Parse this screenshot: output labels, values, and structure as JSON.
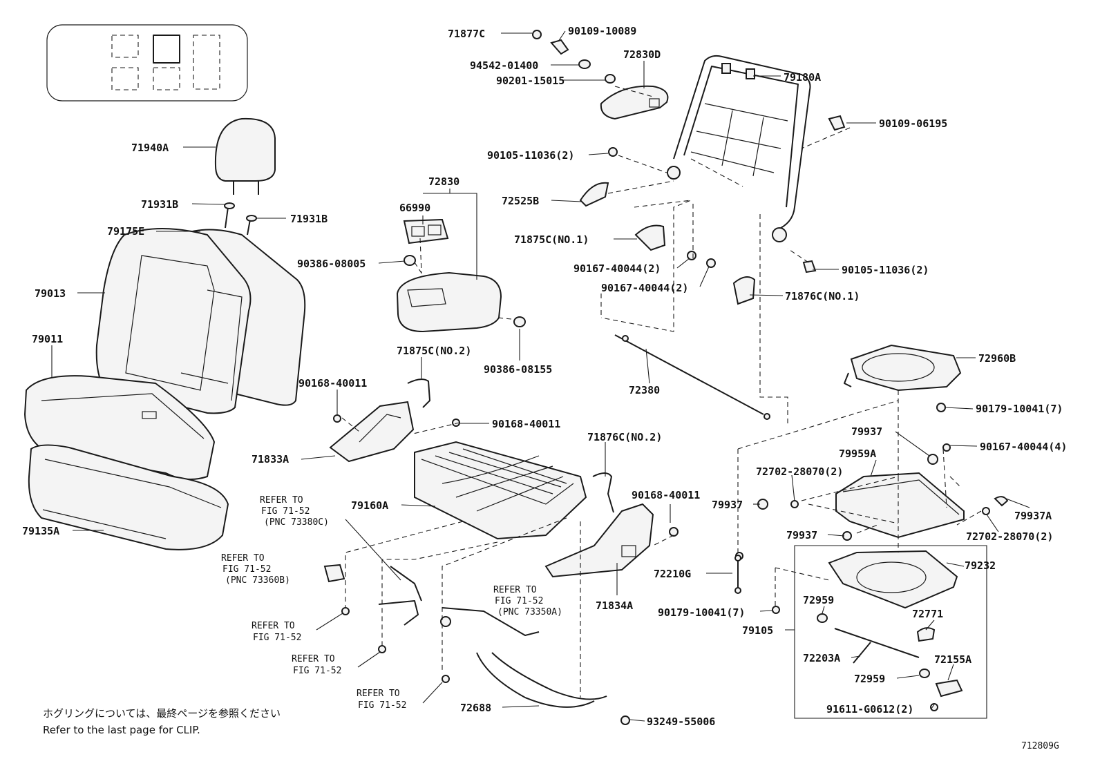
{
  "labels": {
    "l71877C": "71877C",
    "l90109_10089": "90109-10089",
    "l72830D": "72830D",
    "l94542_01400": "94542-01400",
    "l79180A": "79180A",
    "l90201_15015": "90201-15015",
    "l90109_06195": "90109-06195",
    "l90105_11036_a": "90105-11036(2)",
    "l71940A": "71940A",
    "l72830": "72830",
    "l72525B": "72525B",
    "l66990": "66990",
    "l71931B_left": "71931B",
    "l71931B_right": "71931B",
    "l79175E": "79175E",
    "l71875C_no1": "71875C(NO.1)",
    "l90386_08005": "90386-08005",
    "l90167_40044_a": "90167-40044(2)",
    "l90105_11036_b": "90105-11036(2)",
    "l79013": "79013",
    "l90167_40044_b": "90167-40044(2)",
    "l71876C_no1": "71876C(NO.1)",
    "l79011": "79011",
    "l71875C_no2": "71875C(NO.2)",
    "l90386_08155": "90386-08155",
    "l72960B": "72960B",
    "l90168_40011_a": "90168-40011",
    "l72380": "72380",
    "l90179_10041_7a": "90179-10041(7)",
    "l90168_40011_b": "90168-40011",
    "l79937_a": "79937",
    "l90167_40044_4": "90167-40044(4)",
    "l71876C_no2": "71876C(NO.2)",
    "l71833A": "71833A",
    "l79959A": "79959A",
    "l72702_28070_a": "72702-28070(2)",
    "l90168_40011_c": "90168-40011",
    "l79937_b": "79937",
    "l79160A": "79160A",
    "l79937A": "79937A",
    "l79135A": "79135A",
    "l79937_c": "79937",
    "l72702_28070_b": "72702-28070(2)",
    "l72210G": "72210G",
    "l79232": "79232",
    "l72959_a": "72959",
    "l71834A": "71834A",
    "l90179_10041_7b": "90179-10041(7)",
    "l72771": "72771",
    "l79105": "79105",
    "l72203A": "72203A",
    "l72155A": "72155A",
    "l72959_b": "72959",
    "l72688": "72688",
    "l91611_G0612": "91611-G0612(2)",
    "l93249_55006": "93249-55006"
  },
  "refs": {
    "r1_line1": "REFER TO",
    "r1_line2": "FIG 71-52",
    "r1_line3": "(PNC 73380C)",
    "r2_line1": "REFER TO",
    "r2_line2": "FIG 71-52",
    "r2_line3": "(PNC 73360B)",
    "r3_line1": "REFER TO",
    "r3_line2": "FIG 71-52",
    "r3_line3": "(PNC 73350A)",
    "r4_line1": "REFER TO",
    "r4_line2": "FIG 71-52",
    "r5_line1": "REFER TO",
    "r5_line2": "FIG 71-52",
    "r6_line1": "REFER TO",
    "r6_line2": "FIG 71-52"
  },
  "notes": {
    "japanese": "ホグリングについては、最終ページを参照ください",
    "english": "Refer to the last page for CLIP.",
    "figure_code": "712809G"
  }
}
